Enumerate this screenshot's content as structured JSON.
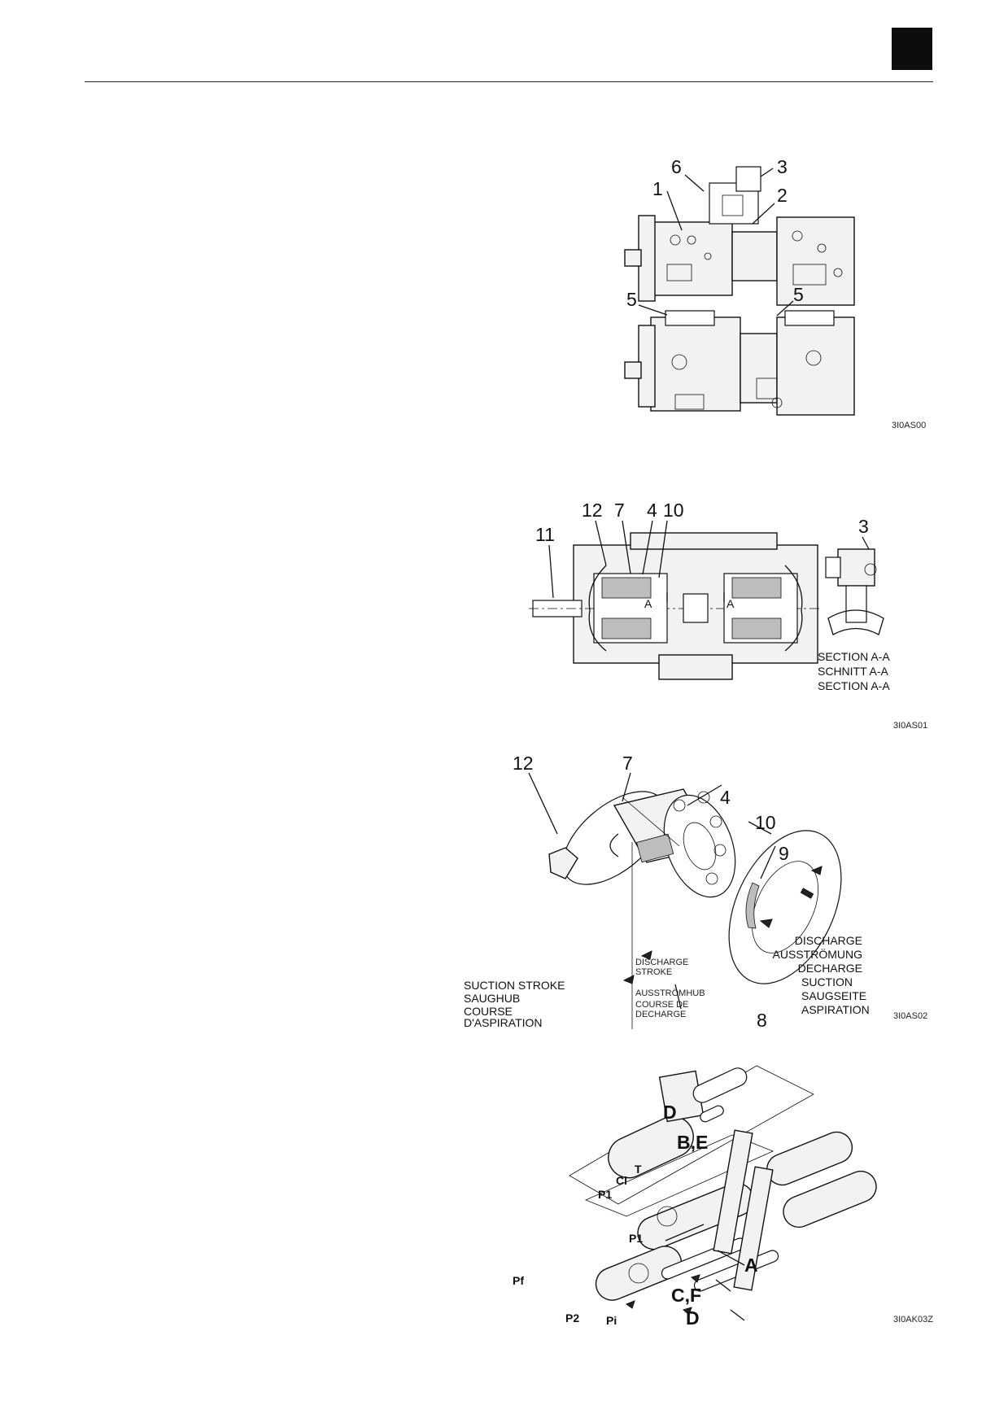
{
  "figure1": {
    "callouts": [
      "1",
      "2",
      "3",
      "5",
      "5",
      "6"
    ],
    "code": "3I0AS00"
  },
  "figure2": {
    "callouts": [
      "12",
      "7",
      "4",
      "10",
      "11",
      "3",
      "A",
      "A"
    ],
    "section_lines": [
      "SECTION A-A",
      "SCHNITT A-A",
      "SECTION A-A"
    ],
    "code": "3I0AS01"
  },
  "figure3": {
    "callouts": [
      "12",
      "7",
      "4",
      "10",
      "9",
      "8"
    ],
    "discharge_lines": [
      "DISCHARGE",
      "AUSSTRÖMUNG",
      "DECHARGE"
    ],
    "suction_lines": [
      "SUCTION",
      "SAUGSEITE",
      "ASPIRATION"
    ],
    "suction_stroke_lines": [
      "SUCTION STROKE",
      "SAUGHUB",
      "COURSE",
      "D'ASPIRATION"
    ],
    "discharge_stroke_lines": [
      "DISCHARGE",
      "STROKE",
      "AUSSTRÖMHUB",
      "COURSE DE",
      "DECHARGE"
    ],
    "code": "3I0AS02"
  },
  "figure4": {
    "callouts": [
      "D",
      "B,E",
      "T",
      "Cl",
      "P1",
      "P1",
      "A",
      "C,F",
      "D",
      "Pf",
      "P2",
      "Pi"
    ],
    "code": "3I0AK03Z"
  }
}
